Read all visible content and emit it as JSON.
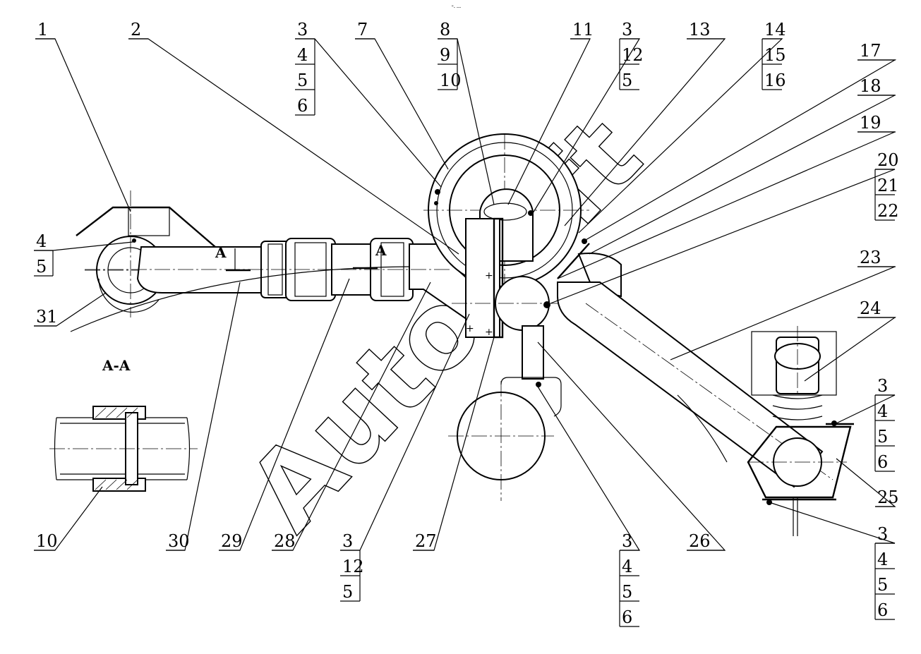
{
  "top_mark": "\"- ---",
  "watermark": "Autosoft",
  "section": {
    "title": "A-A",
    "marker_left": "A",
    "marker_right": "A"
  },
  "callouts": [
    {
      "id": "c1",
      "labels": [
        "1"
      ]
    },
    {
      "id": "c2",
      "labels": [
        "2"
      ]
    },
    {
      "id": "c3a",
      "labels": [
        "3",
        "4",
        "5",
        "6"
      ]
    },
    {
      "id": "c7",
      "labels": [
        "7"
      ]
    },
    {
      "id": "c8",
      "labels": [
        "8",
        "9",
        "10"
      ]
    },
    {
      "id": "c11",
      "labels": [
        "11"
      ]
    },
    {
      "id": "c3b",
      "labels": [
        "3",
        "12",
        "5"
      ]
    },
    {
      "id": "c13",
      "labels": [
        "13"
      ]
    },
    {
      "id": "c14",
      "labels": [
        "14",
        "15",
        "16"
      ]
    },
    {
      "id": "c17",
      "labels": [
        "17"
      ]
    },
    {
      "id": "c18",
      "labels": [
        "18"
      ]
    },
    {
      "id": "c19",
      "labels": [
        "19"
      ]
    },
    {
      "id": "c20",
      "labels": [
        "20",
        "21",
        "22"
      ]
    },
    {
      "id": "c4l",
      "labels": [
        "4",
        "5"
      ]
    },
    {
      "id": "c31",
      "labels": [
        "31"
      ]
    },
    {
      "id": "c23",
      "labels": [
        "23"
      ]
    },
    {
      "id": "c24",
      "labels": [
        "24"
      ]
    },
    {
      "id": "c3c",
      "labels": [
        "3",
        "4",
        "5",
        "6"
      ]
    },
    {
      "id": "c25",
      "labels": [
        "25"
      ]
    },
    {
      "id": "c3d",
      "labels": [
        "3",
        "4",
        "5",
        "6"
      ]
    },
    {
      "id": "c10",
      "labels": [
        "10"
      ]
    },
    {
      "id": "c30",
      "labels": [
        "30"
      ]
    },
    {
      "id": "c29",
      "labels": [
        "29"
      ]
    },
    {
      "id": "c28",
      "labels": [
        "28"
      ]
    },
    {
      "id": "c3e",
      "labels": [
        "3",
        "12",
        "5"
      ]
    },
    {
      "id": "c27",
      "labels": [
        "27"
      ]
    },
    {
      "id": "c3f",
      "labels": [
        "3",
        "4",
        "5",
        "6"
      ]
    },
    {
      "id": "c26",
      "labels": [
        "26"
      ]
    }
  ]
}
